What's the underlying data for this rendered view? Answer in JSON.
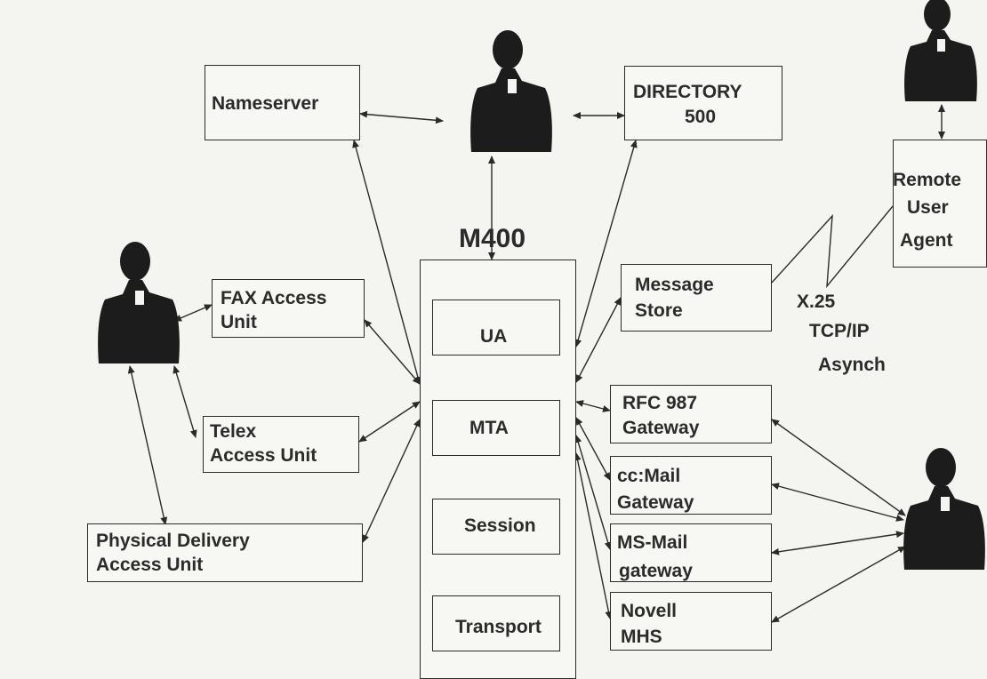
{
  "diagram": {
    "colors": {
      "ink": "#2a2a2a",
      "paper": "#f4f4f1",
      "figure": "#1c1c1c"
    },
    "icons": [
      "person-figure-icon",
      "double-arrow-icon"
    ]
  },
  "labels": {
    "nameserver": "Nameserver",
    "directory_line1": "DIRECTORY",
    "directory_line2": "500",
    "m400": "M400",
    "ua": "UA",
    "mta": "MTA",
    "session": "Session",
    "transport": "Transport",
    "fax_line1": "FAX Access",
    "fax_line2": "Unit",
    "telex_line1": "Telex",
    "telex_line2": "Access Unit",
    "physical_line1": "Physical Delivery",
    "physical_line2": "Access Unit",
    "message_store_line1": "Message",
    "message_store_line2": "Store",
    "rfc987_line1": "RFC 987",
    "rfc987_line2": "Gateway",
    "ccmail_line1": "cc:Mail",
    "ccmail_line2": "Gateway",
    "msmail_line1": "MS-Mail",
    "msmail_line2": "gateway",
    "novell_line1": "Novell",
    "novell_line2": "MHS",
    "remote_line1": "Remote",
    "remote_line2": "User",
    "remote_line3": "Agent",
    "protocols_line1": "X.25",
    "protocols_line2": "TCP/IP",
    "protocols_line3": "Asynch"
  }
}
